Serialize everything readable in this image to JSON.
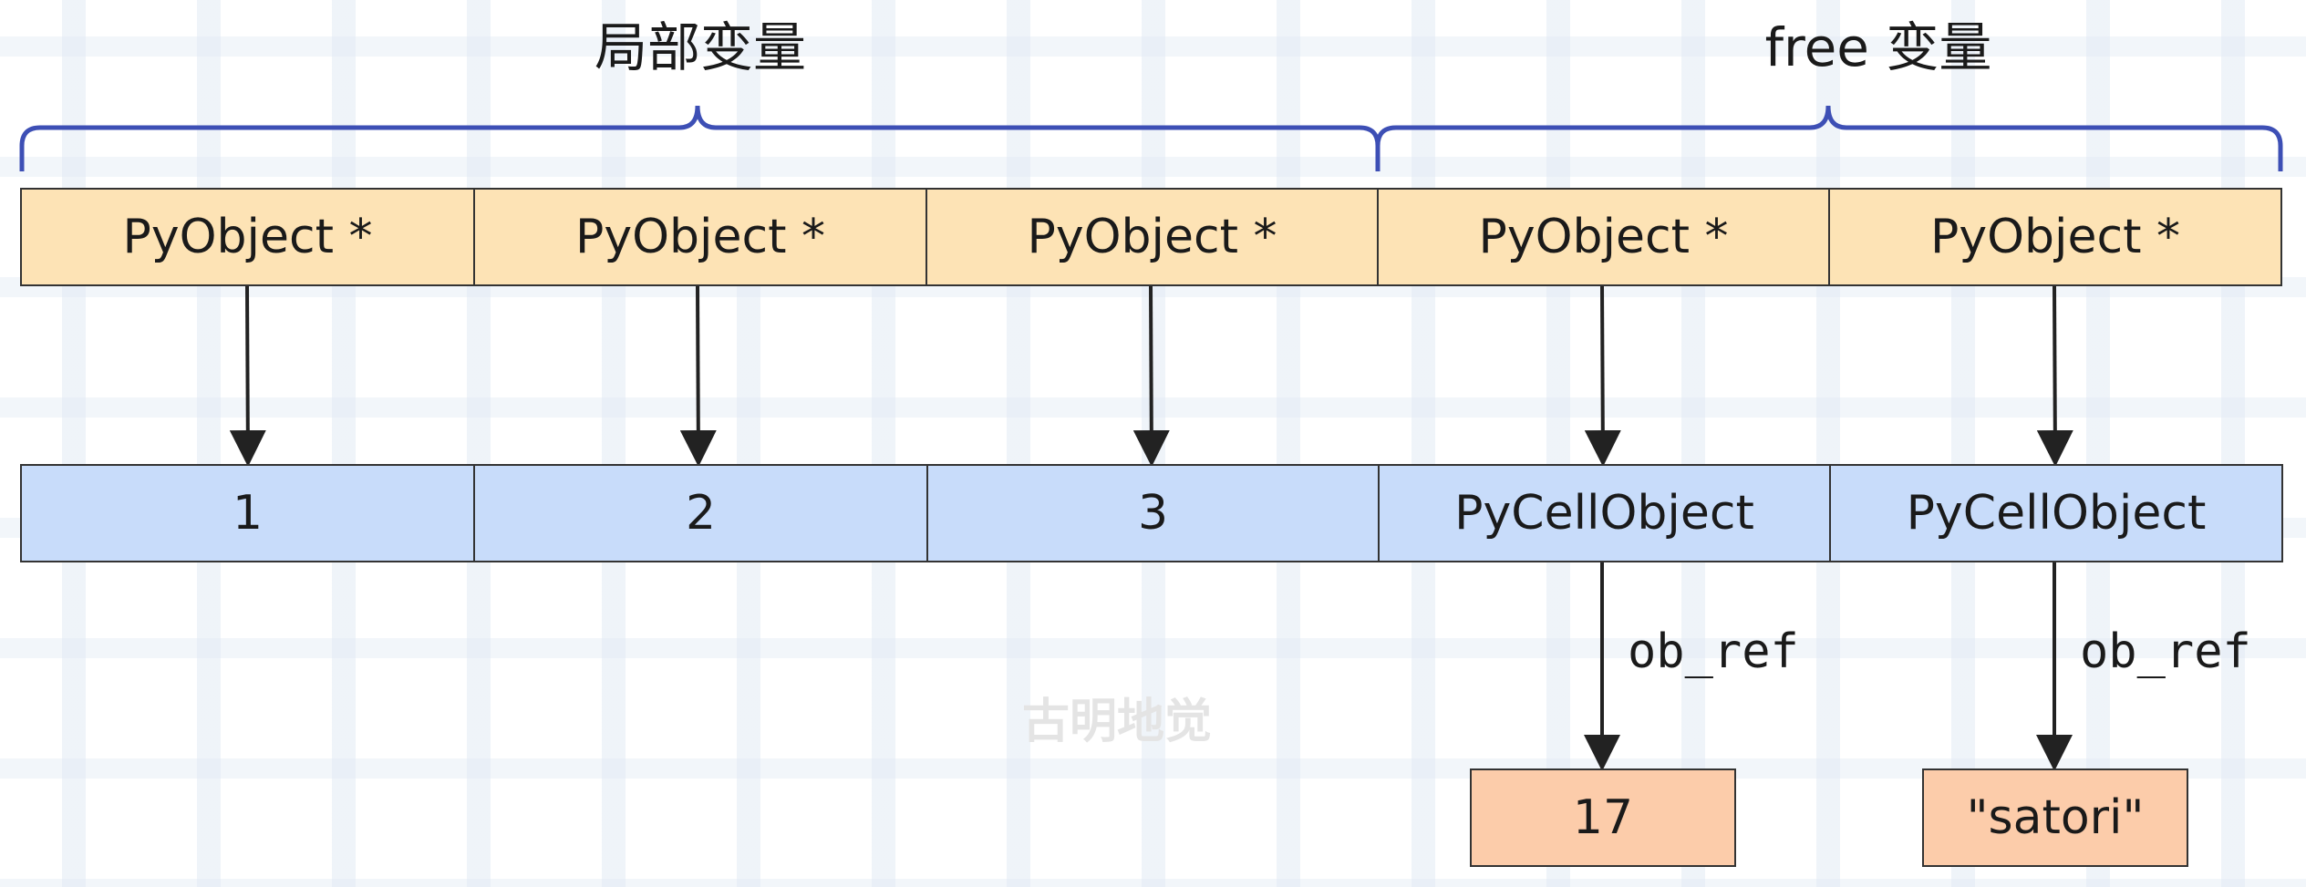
{
  "groups": {
    "local_label": "局部变量",
    "free_label": "free 变量"
  },
  "pointers": [
    "PyObject *",
    "PyObject *",
    "PyObject *",
    "PyObject *",
    "PyObject *"
  ],
  "objects": [
    "1",
    "2",
    "3",
    "PyCellObject",
    "PyCellObject"
  ],
  "references": [
    {
      "label": "ob_ref",
      "target": "17"
    },
    {
      "label": "ob_ref",
      "target": "\"satori\""
    }
  ],
  "watermark": "古明地觉",
  "colors": {
    "pointer_fill": "#fde3b5",
    "object_fill": "#c8dcfa",
    "target_fill": "#fcccaa",
    "brace": "#3d4fb5",
    "stroke": "#222222"
  }
}
